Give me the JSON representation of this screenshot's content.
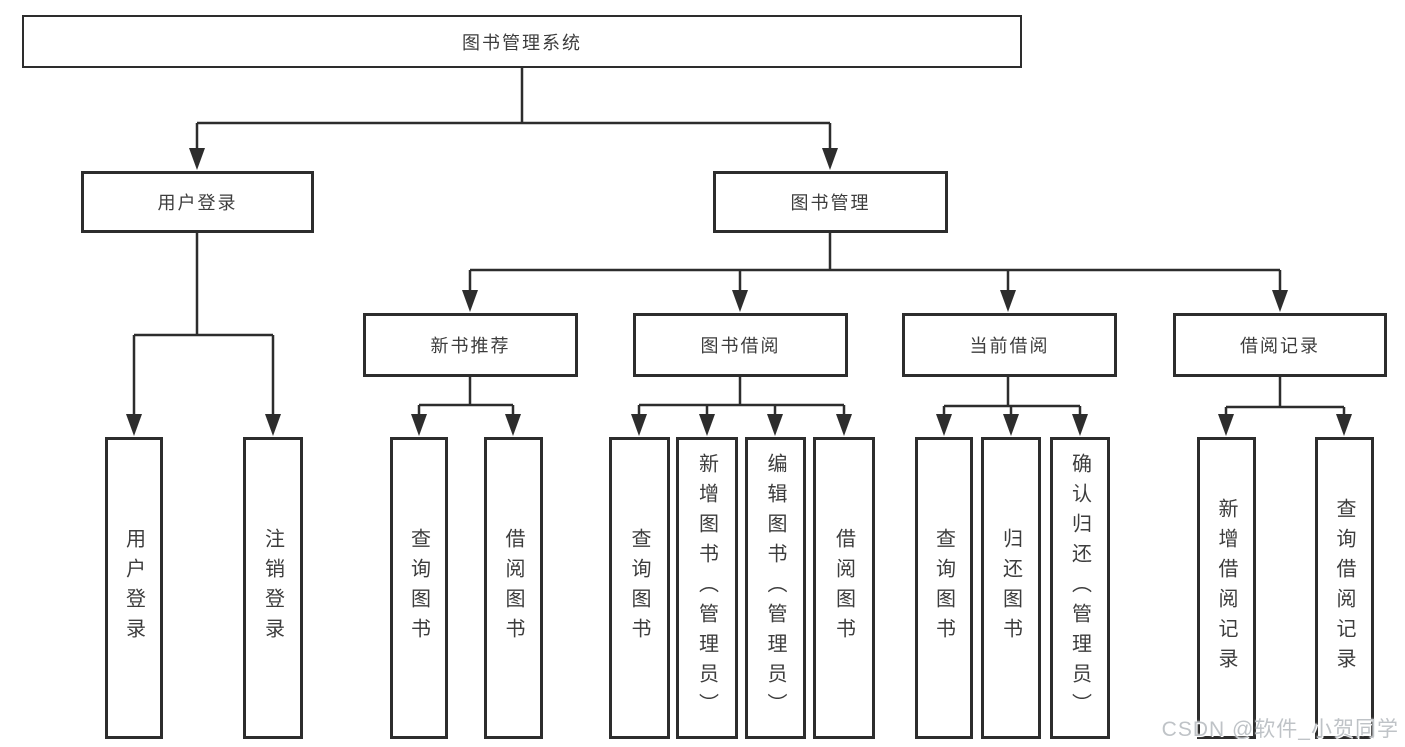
{
  "tree": {
    "label": "图书管理系统",
    "children": [
      {
        "label": "用户登录",
        "children": [
          {
            "label": "用户登录"
          },
          {
            "label": "注销登录"
          }
        ]
      },
      {
        "label": "图书管理",
        "children": [
          {
            "label": "新书推荐",
            "children": [
              {
                "label": "查询图书"
              },
              {
                "label": "借阅图书"
              }
            ]
          },
          {
            "label": "图书借阅",
            "children": [
              {
                "label": "查询图书"
              },
              {
                "label": "新增图书（管理员）"
              },
              {
                "label": "编辑图书（管理员）"
              },
              {
                "label": "借阅图书"
              }
            ]
          },
          {
            "label": "当前借阅",
            "children": [
              {
                "label": "查询图书"
              },
              {
                "label": "归还图书"
              },
              {
                "label": "确认归还（管理员）"
              }
            ]
          },
          {
            "label": "借阅记录",
            "children": [
              {
                "label": "新增借阅记录"
              },
              {
                "label": "查询借阅记录"
              }
            ]
          }
        ]
      }
    ]
  },
  "colors": {
    "line": "#2d2d2d",
    "text": "#3d3d3d",
    "background": "#ffffff",
    "watermark": "#bfc3c7"
  },
  "watermark": "CSDN @软件_小贺同学"
}
